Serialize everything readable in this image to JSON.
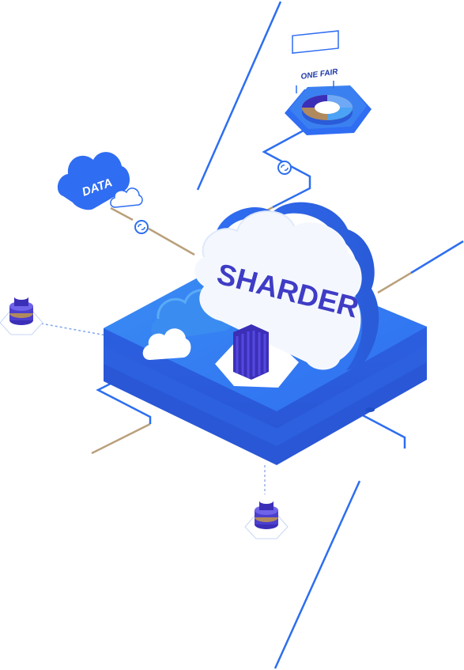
{
  "labels": {
    "main_cloud": "SHARDER",
    "data_cloud": "DATA",
    "chart_sign": "ONE FAIR"
  },
  "colors": {
    "primary_blue": "#2f6df2",
    "mid_blue": "#3b8cf0",
    "light_blue": "#4aa3f5",
    "deep_blue": "#2a5bd8",
    "purple": "#4b3fcf",
    "line_blue": "#2d6ef0",
    "line_tan": "#b9a07c",
    "cloud_white": "#f4f8fe",
    "text_purple": "#3f3cc6"
  },
  "icons": [
    "server-stack-icon",
    "cloud-icon",
    "ring-chart-icon",
    "link-icon",
    "document-stack-icon"
  ]
}
